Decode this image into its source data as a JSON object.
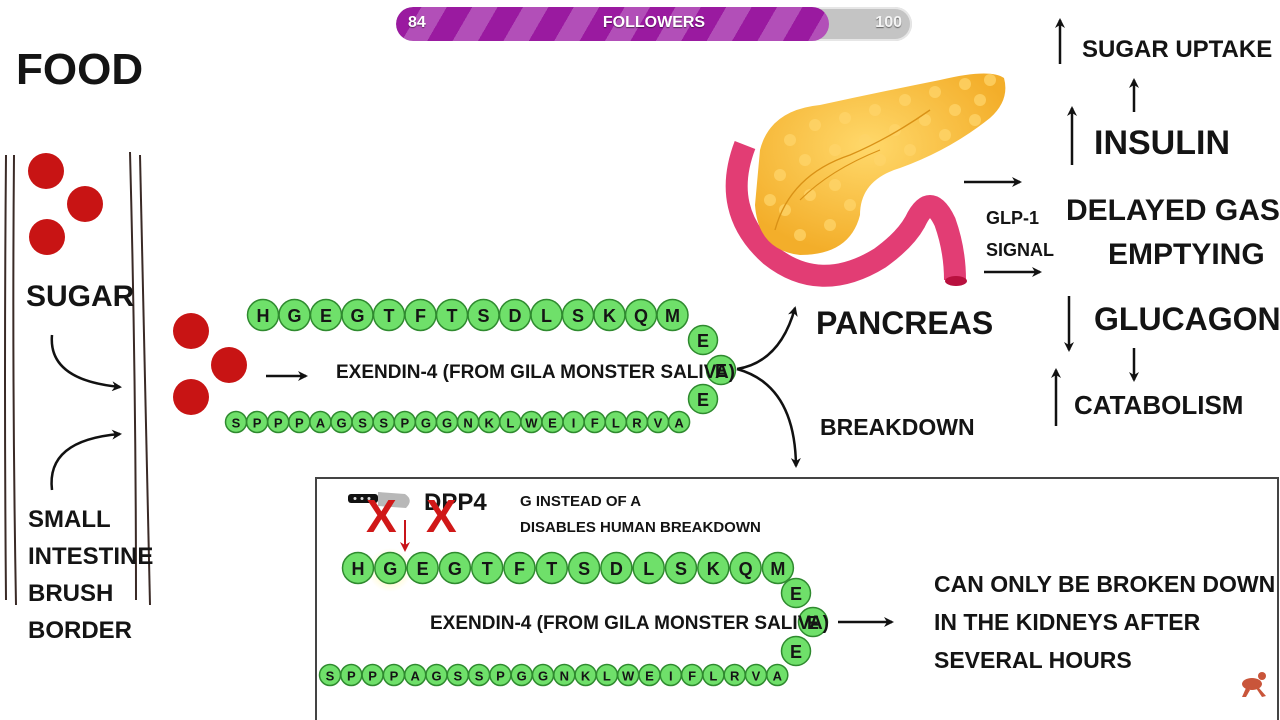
{
  "progress": {
    "current_label": "84",
    "title": "FOLLOWERS",
    "max_label": "100",
    "fraction": 0.84,
    "fill_color": "#9a1aa0",
    "track_color": "#c4c4c4"
  },
  "left_panel": {
    "food_label": "FOOD",
    "sugar_label": "SUGAR",
    "brush_border_lines": [
      "SMALL",
      "INTESTINE",
      "BRUSH",
      "BORDER"
    ]
  },
  "top_peptide": {
    "row1": [
      "H",
      "G",
      "E",
      "G",
      "T",
      "F",
      "T",
      "S",
      "D",
      "L",
      "S",
      "K",
      "Q",
      "M"
    ],
    "turn": [
      "E",
      "E",
      "E"
    ],
    "row2": [
      "S",
      "P",
      "P",
      "P",
      "A",
      "G",
      "S",
      "S",
      "P",
      "G",
      "G",
      "N",
      "K",
      "L",
      "W",
      "E",
      "I",
      "F",
      "L",
      "R",
      "V",
      "A"
    ],
    "label": "EXENDIN-4 (FROM GILA MONSTER SALIVA)"
  },
  "branches": {
    "pancreas_label": "PANCREAS",
    "breakdown_label": "BREAKDOWN"
  },
  "signal": {
    "lines": [
      "GLP-1",
      "SIGNAL"
    ]
  },
  "effects": {
    "sugar_uptake": "SUGAR UPTAKE",
    "insulin": "INSULIN",
    "gastric_lines": [
      "DELAYED GASTRIC",
      "EMPTYING"
    ],
    "glucagon": "GLUCAGON",
    "catabolism": "CATABOLISM"
  },
  "breakdown_box": {
    "enzyme_label": "DPP4",
    "note_lines": [
      "G INSTEAD OF A",
      "DISABLES HUMAN BREAKDOWN"
    ],
    "row1": [
      "H",
      "G",
      "E",
      "G",
      "T",
      "F",
      "T",
      "S",
      "D",
      "L",
      "S",
      "K",
      "Q",
      "M"
    ],
    "highlighted_index": 1,
    "turn": [
      "E",
      "E",
      "E"
    ],
    "row2": [
      "S",
      "P",
      "P",
      "P",
      "A",
      "G",
      "S",
      "S",
      "P",
      "G",
      "G",
      "N",
      "K",
      "L",
      "W",
      "E",
      "I",
      "F",
      "L",
      "R",
      "V",
      "A"
    ],
    "label": "EXENDIN-4 (FROM GILA MONSTER SALIVA)",
    "result_lines": [
      "CAN ONLY BE BROKEN DOWN",
      "IN THE KIDNEYS AFTER",
      "SEVERAL HOURS"
    ]
  },
  "colors": {
    "sugar": "#c81414",
    "bead_fill": "#6fe06a",
    "bead_stroke": "#2f8a2f",
    "cross": "#d01818",
    "pancreas": "#f5b83a",
    "duodenum": "#e23d74"
  }
}
